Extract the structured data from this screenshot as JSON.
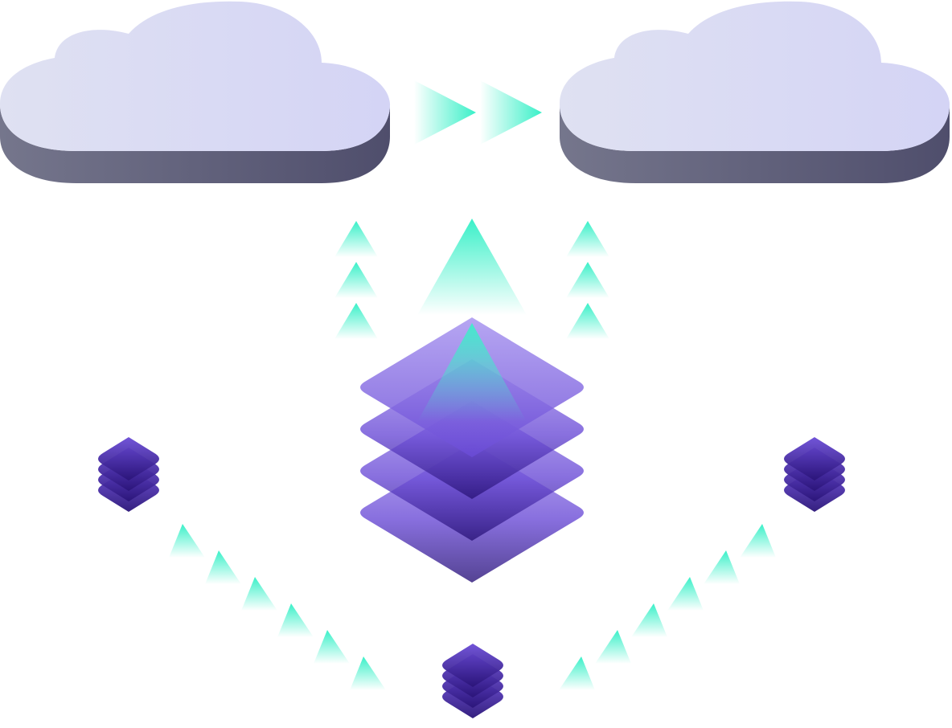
{
  "colors": {
    "background": "#ffffff",
    "cloud_top_left": "#dfe1f2",
    "cloud_top_right": "#d4d4f5",
    "cloud_side_left": "#75768c",
    "cloud_side_right": "#4f4e6c",
    "arrow": "#39f0c8",
    "layer_light": "#a996f0",
    "layer_mid": "#6a4bd6",
    "layer_dark": "#2a1478"
  },
  "icons": {
    "cloud": "cloud-icon",
    "arrow": "triangle-arrow-icon",
    "stack": "layer-stack-icon"
  },
  "diagram": {
    "clouds": [
      "source-cloud",
      "destination-cloud"
    ],
    "stacks": [
      "central-stack",
      "left-stack",
      "right-stack",
      "bottom-stack"
    ]
  }
}
